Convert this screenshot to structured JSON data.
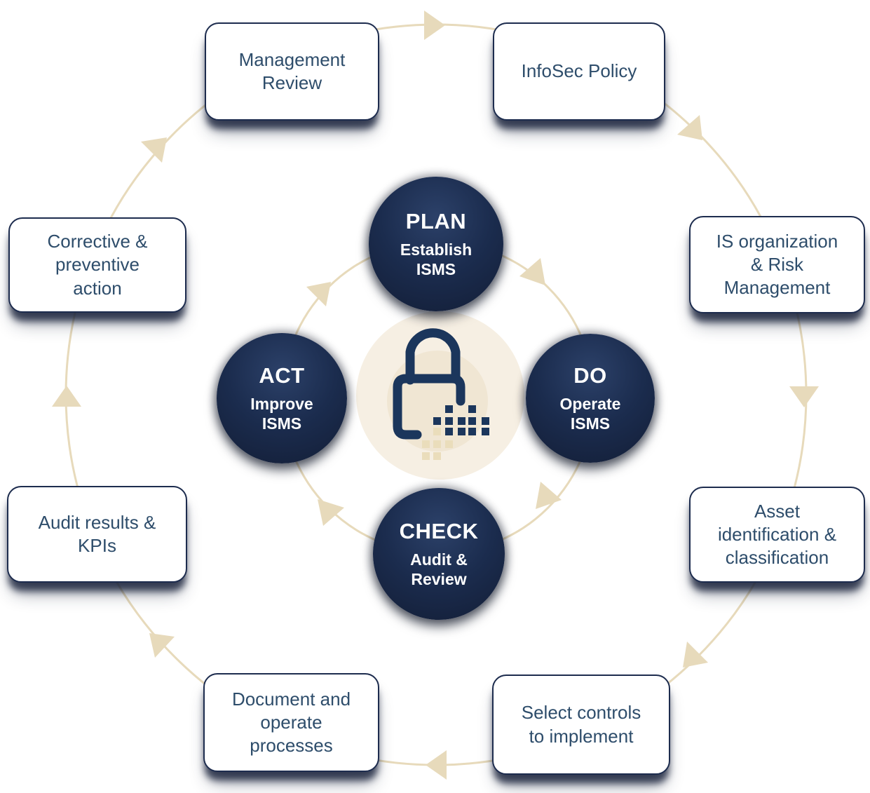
{
  "diagram_title": "ISMS Plan-Do-Check-Act cycle",
  "flow_direction": "clockwise",
  "colors": {
    "navy": "#1b2c4e",
    "navy-mid": "#2c4169",
    "navy-dark": "#16233f",
    "navy-edge": "#0d1627",
    "navy-border": "#1d2c4e",
    "box-text": "#2e4d6b",
    "cream": "#f6efe3",
    "cream-inner": "#f0e6d3",
    "beige": "#e7dabb",
    "beige-square": "#eaddbb",
    "navy-lock": "#1b365c"
  },
  "center": {
    "icon": "padlock-dissolving-data-icon"
  },
  "cycle_steps": [
    {
      "id": "plan",
      "title": "PLAN",
      "subtitle": "Establish\nISMS"
    },
    {
      "id": "do",
      "title": "DO",
      "subtitle": "Operate\nISMS"
    },
    {
      "id": "check",
      "title": "CHECK",
      "subtitle": "Audit &\nReview"
    },
    {
      "id": "act",
      "title": "ACT",
      "subtitle": "Improve\nISMS"
    }
  ],
  "stages": [
    {
      "id": "management-review",
      "label": "Management\nReview"
    },
    {
      "id": "infosec-policy",
      "label": "InfoSec Policy"
    },
    {
      "id": "is-organization",
      "label": "IS organization\n& Risk\nManagement"
    },
    {
      "id": "asset-identification",
      "label": "Asset\nidentification &\nclassification"
    },
    {
      "id": "select-controls",
      "label": "Select controls\nto implement"
    },
    {
      "id": "document-processes",
      "label": "Document and\noperate\nprocesses"
    },
    {
      "id": "audit-results",
      "label": "Audit results &\nKPIs"
    },
    {
      "id": "corrective-action",
      "label": "Corrective &\npreventive\naction"
    }
  ]
}
